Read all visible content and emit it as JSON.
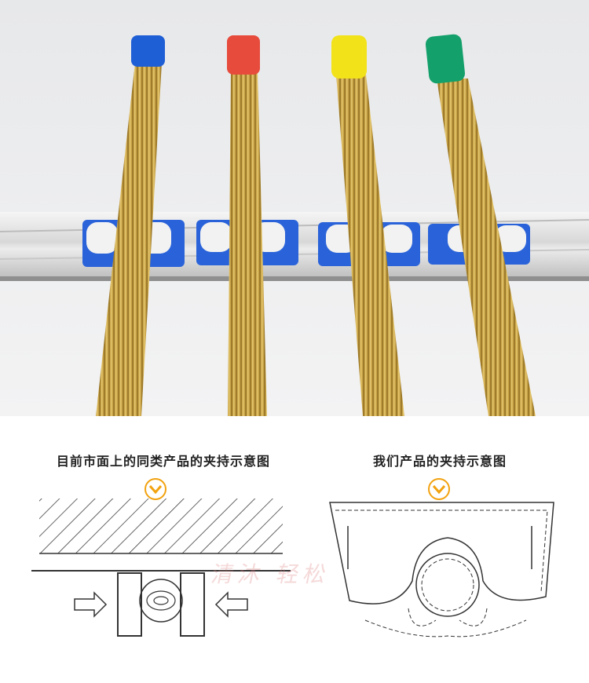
{
  "diagrams": {
    "left_caption": "目前市面上的同类产品的夹持示意图",
    "right_caption": "我们产品的夹持示意图"
  },
  "watermark": "清沐 轻松",
  "colors": {
    "handle_blue": "#1f5fd6",
    "handle_red": "#e64b3c",
    "handle_yellow": "#f2e21a",
    "handle_green": "#13a06b",
    "pole_gold": "#c7a24a",
    "clip_blue": "#2a63d9",
    "badge_orange": "#f2a20f"
  },
  "icons": {
    "badge": "chevron-down-circle-icon",
    "arrow": "arrow-icon"
  }
}
